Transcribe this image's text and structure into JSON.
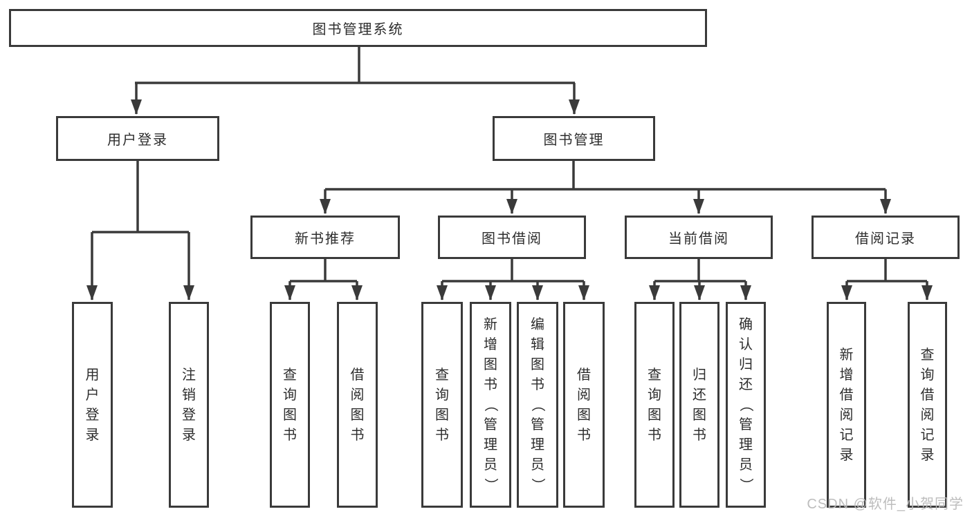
{
  "diagram_title": "图书管理系统",
  "colors": {
    "line": "#3a3a3a",
    "box_border": "#3a3a3a",
    "box_background": "#ffffff",
    "text": "#2d2d2d",
    "watermark": "#b9b9b9"
  },
  "tree": {
    "root": {
      "label": "图书管理系统"
    },
    "user_login": {
      "label": "用户登录",
      "children": [
        {
          "label": "用户登录"
        },
        {
          "label": "注销登录"
        }
      ]
    },
    "book_mgmt": {
      "label": "图书管理",
      "children": [
        {
          "label": "新书推荐",
          "children": [
            {
              "label": "查询图书"
            },
            {
              "label": "借阅图书"
            }
          ]
        },
        {
          "label": "图书借阅",
          "children": [
            {
              "label": "查询图书"
            },
            {
              "label": "新增图书（管理员）"
            },
            {
              "label": "编辑图书（管理员）"
            },
            {
              "label": "借阅图书"
            }
          ]
        },
        {
          "label": "当前借阅",
          "children": [
            {
              "label": "查询图书"
            },
            {
              "label": "归还图书"
            },
            {
              "label": "确认归还（管理员）"
            }
          ]
        },
        {
          "label": "借阅记录",
          "children": [
            {
              "label": "新增借阅记录"
            },
            {
              "label": "查询借阅记录"
            }
          ]
        }
      ]
    }
  },
  "watermark": {
    "text": "CSDN @软件_小贺同学"
  }
}
